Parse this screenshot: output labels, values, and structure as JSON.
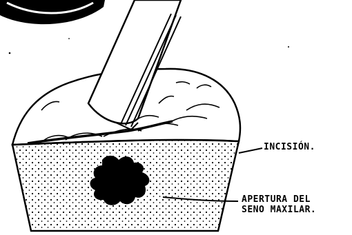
{
  "labels": {
    "incision": "INCISIÓN.",
    "opening_line1": "APERTURA DEL",
    "opening_line2": "SENO MAXILAR."
  },
  "colors": {
    "ink": "#000000",
    "paper": "#ffffff"
  }
}
